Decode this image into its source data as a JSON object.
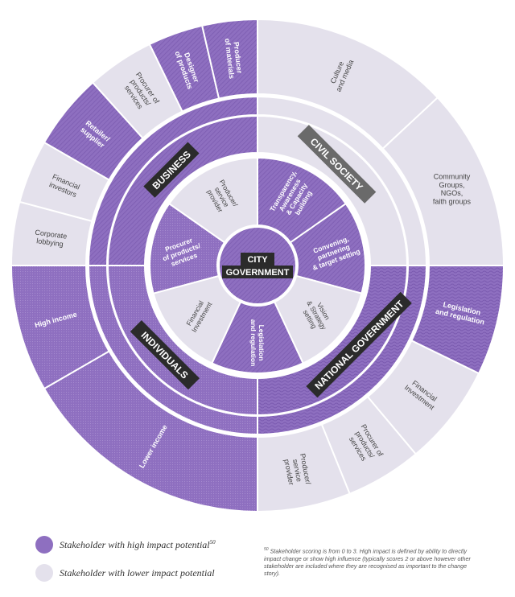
{
  "colors": {
    "high": "#8e6fc0",
    "high_dark": "#7a5aaf",
    "low": "#e4e1ec",
    "label_bg": "#2b2b2b",
    "label_bg_grey": "#6a6a6a"
  },
  "center": {
    "line1": "CITY",
    "line2": "GOVERNMENT"
  },
  "groups": {
    "business": "BUSINESS",
    "civil_society": "CIVIL SOCIETY",
    "national_government": "NATIONAL GOVERNMENT",
    "individuals": "INDIVIDUALS"
  },
  "city_segments": [
    {
      "label": [
        "Transparency,",
        "Awareness",
        "& Capacity",
        "building"
      ],
      "impact": "high"
    },
    {
      "label": [
        "Convening,",
        "partnering",
        "& target setting"
      ],
      "impact": "high"
    },
    {
      "label": [
        "Vision",
        "& Strategy",
        "setting"
      ],
      "impact": "low"
    },
    {
      "label": [
        "Legislation",
        "and regulation"
      ],
      "impact": "high"
    },
    {
      "label": [
        "Financial",
        "Investment"
      ],
      "impact": "low"
    },
    {
      "label": [
        "Procurer",
        "of products/",
        "services"
      ],
      "impact": "high"
    },
    {
      "label": [
        "Producer/",
        "service",
        "provider"
      ],
      "impact": "low"
    }
  ],
  "outer_segments": {
    "civil_society": [
      {
        "label": [
          "Culture",
          "and media"
        ],
        "impact": "low"
      },
      {
        "label": [
          "Community",
          "Groups,",
          "NGOs,",
          "faith groups"
        ],
        "impact": "low"
      }
    ],
    "national_government": [
      {
        "label": [
          "Legislation",
          "and regulation"
        ],
        "impact": "high"
      },
      {
        "label": [
          "Financial",
          "Investment"
        ],
        "impact": "low"
      },
      {
        "label": [
          "Procurer of",
          "products/",
          "services"
        ],
        "impact": "low"
      },
      {
        "label": [
          "Producer/",
          "service",
          "provider"
        ],
        "impact": "low"
      }
    ],
    "individuals": [
      {
        "label": [
          "Lower income"
        ],
        "impact": "high"
      },
      {
        "label": [
          "High income"
        ],
        "impact": "high"
      }
    ],
    "business": [
      {
        "label": [
          "Corporate",
          "lobbying"
        ],
        "impact": "low"
      },
      {
        "label": [
          "Financial",
          "investors"
        ],
        "impact": "low"
      },
      {
        "label": [
          "Retailer/",
          "supplier"
        ],
        "impact": "high"
      },
      {
        "label": [
          "Procurer of",
          "products/",
          "services"
        ],
        "impact": "low"
      },
      {
        "label": [
          "Designer",
          "of products"
        ],
        "impact": "high"
      },
      {
        "label": [
          "Producer",
          "of materials"
        ],
        "impact": "high"
      }
    ]
  },
  "group_ring_impact": {
    "civil_society": "low",
    "national_government": "high",
    "individuals": "high",
    "business": "high"
  },
  "legend": {
    "high": "Stakeholder with high impact potential",
    "high_sup": "50",
    "low": "Stakeholder with lower impact potential"
  },
  "footnote": {
    "sup": "50",
    "text": "Stakeholder scoring is from 0 to 3. High impact is defined by ability to directly impact change or show high influence (typically scores 2 or above however other stakeholder are included where they are recognised as important to the change story)."
  }
}
